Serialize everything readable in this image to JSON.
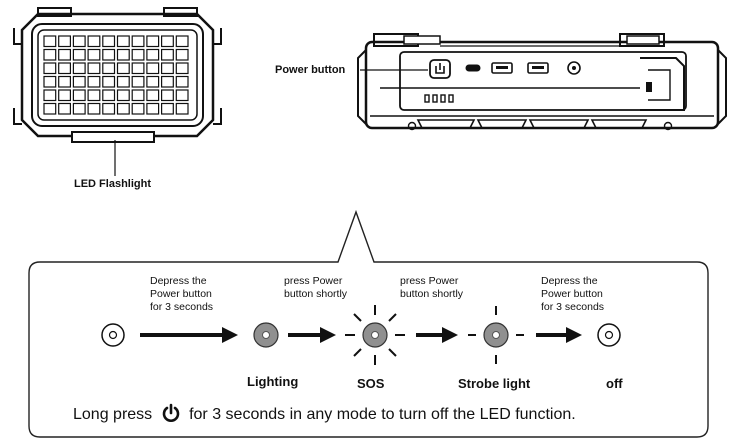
{
  "callouts": {
    "led_flashlight": "LED Flashlight",
    "power_button": "Power button"
  },
  "steps": [
    {
      "text_line1": "Depress the",
      "text_line2": "Power button",
      "text_line3": "for 3 seconds"
    },
    {
      "text_line1": "press Power",
      "text_line2": "button shortly",
      "text_line3": ""
    },
    {
      "text_line1": "press Power",
      "text_line2": "button shortly",
      "text_line3": ""
    },
    {
      "text_line1": "Depress the",
      "text_line2": "Power button",
      "text_line3": "for 3 seconds"
    }
  ],
  "modes": {
    "lighting": "Lighting",
    "sos": "SOS",
    "strobe": "Strobe light",
    "off": "off"
  },
  "note": {
    "before": "Long press",
    "after": "for 3 seconds in any mode to turn off the LED function.",
    "icon": "power-icon"
  }
}
